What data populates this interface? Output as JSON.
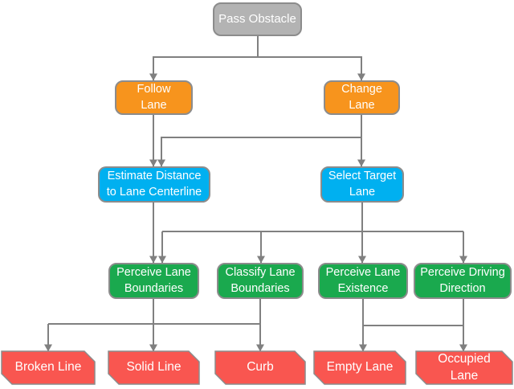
{
  "figure": {
    "type": "flowchart",
    "background": "#FFFFFF",
    "colors": {
      "root_fill": "#B3B3B3",
      "behavior_fill": "#F7941D",
      "decision_fill": "#00B0F0",
      "perception_fill": "#1AA94E",
      "outcome_fill": "#F95650",
      "node_border": "#8C8C8C",
      "connector": "#808080",
      "text": "#FFFFFF"
    }
  },
  "nodes": {
    "pass_obstacle": {
      "label": "Pass Obstacle",
      "lines": [
        "Pass Obstacle"
      ]
    },
    "follow_lane": {
      "label": "Follow Lane",
      "lines": [
        "Follow",
        "Lane"
      ]
    },
    "change_lane": {
      "label": "Change Lane",
      "lines": [
        "Change",
        "Lane"
      ]
    },
    "estimate_distance": {
      "label": "Estimate Distance to Lane Centerline",
      "lines": [
        "Estimate Distance",
        "to Lane Centerline"
      ]
    },
    "select_target_lane": {
      "label": "Select Target Lane",
      "lines": [
        "Select Target",
        "Lane"
      ]
    },
    "perceive_lane_boundaries": {
      "label": "Perceive Lane Boundaries",
      "lines": [
        "Perceive Lane",
        "Boundaries"
      ]
    },
    "classify_lane_boundaries": {
      "label": "Classify Lane Boundaries",
      "lines": [
        "Classify Lane",
        "Boundaries"
      ]
    },
    "perceive_lane_existence": {
      "label": "Perceive Lane Existence",
      "lines": [
        "Perceive Lane",
        "Existence"
      ]
    },
    "perceive_driving_direction": {
      "label": "Perceive Driving Direction",
      "lines": [
        "Perceive Driving",
        "Direction"
      ]
    },
    "broken_line": {
      "label": "Broken Line",
      "lines": [
        "Broken Line"
      ]
    },
    "solid_line": {
      "label": "Solid Line",
      "lines": [
        "Solid Line"
      ]
    },
    "curb": {
      "label": "Curb",
      "lines": [
        "Curb"
      ]
    },
    "empty_lane": {
      "label": "Empty Lane",
      "lines": [
        "Empty Lane"
      ]
    },
    "occupied_lane": {
      "label": "Occupied Lane",
      "lines": [
        "Occupied",
        "Lane"
      ]
    }
  },
  "edges": [
    {
      "from": "pass_obstacle",
      "to": "follow_lane"
    },
    {
      "from": "pass_obstacle",
      "to": "change_lane"
    },
    {
      "from": "follow_lane",
      "to": "estimate_distance"
    },
    {
      "from": "change_lane",
      "to": "estimate_distance"
    },
    {
      "from": "change_lane",
      "to": "select_target_lane"
    },
    {
      "from": "estimate_distance",
      "to": "perceive_lane_boundaries"
    },
    {
      "from": "select_target_lane",
      "to": "perceive_lane_boundaries"
    },
    {
      "from": "select_target_lane",
      "to": "classify_lane_boundaries"
    },
    {
      "from": "select_target_lane",
      "to": "perceive_lane_existence"
    },
    {
      "from": "select_target_lane",
      "to": "perceive_driving_direction"
    },
    {
      "from": "perceive_lane_boundaries",
      "to": "broken_line"
    },
    {
      "from": "perceive_lane_boundaries",
      "to": "solid_line"
    },
    {
      "from": "perceive_lane_boundaries",
      "to": "curb"
    },
    {
      "from": "classify_lane_boundaries",
      "to": "broken_line"
    },
    {
      "from": "classify_lane_boundaries",
      "to": "solid_line"
    },
    {
      "from": "classify_lane_boundaries",
      "to": "curb"
    },
    {
      "from": "perceive_lane_existence",
      "to": "empty_lane"
    },
    {
      "from": "perceive_lane_existence",
      "to": "occupied_lane"
    },
    {
      "from": "perceive_driving_direction",
      "to": "empty_lane"
    },
    {
      "from": "perceive_driving_direction",
      "to": "occupied_lane"
    }
  ]
}
